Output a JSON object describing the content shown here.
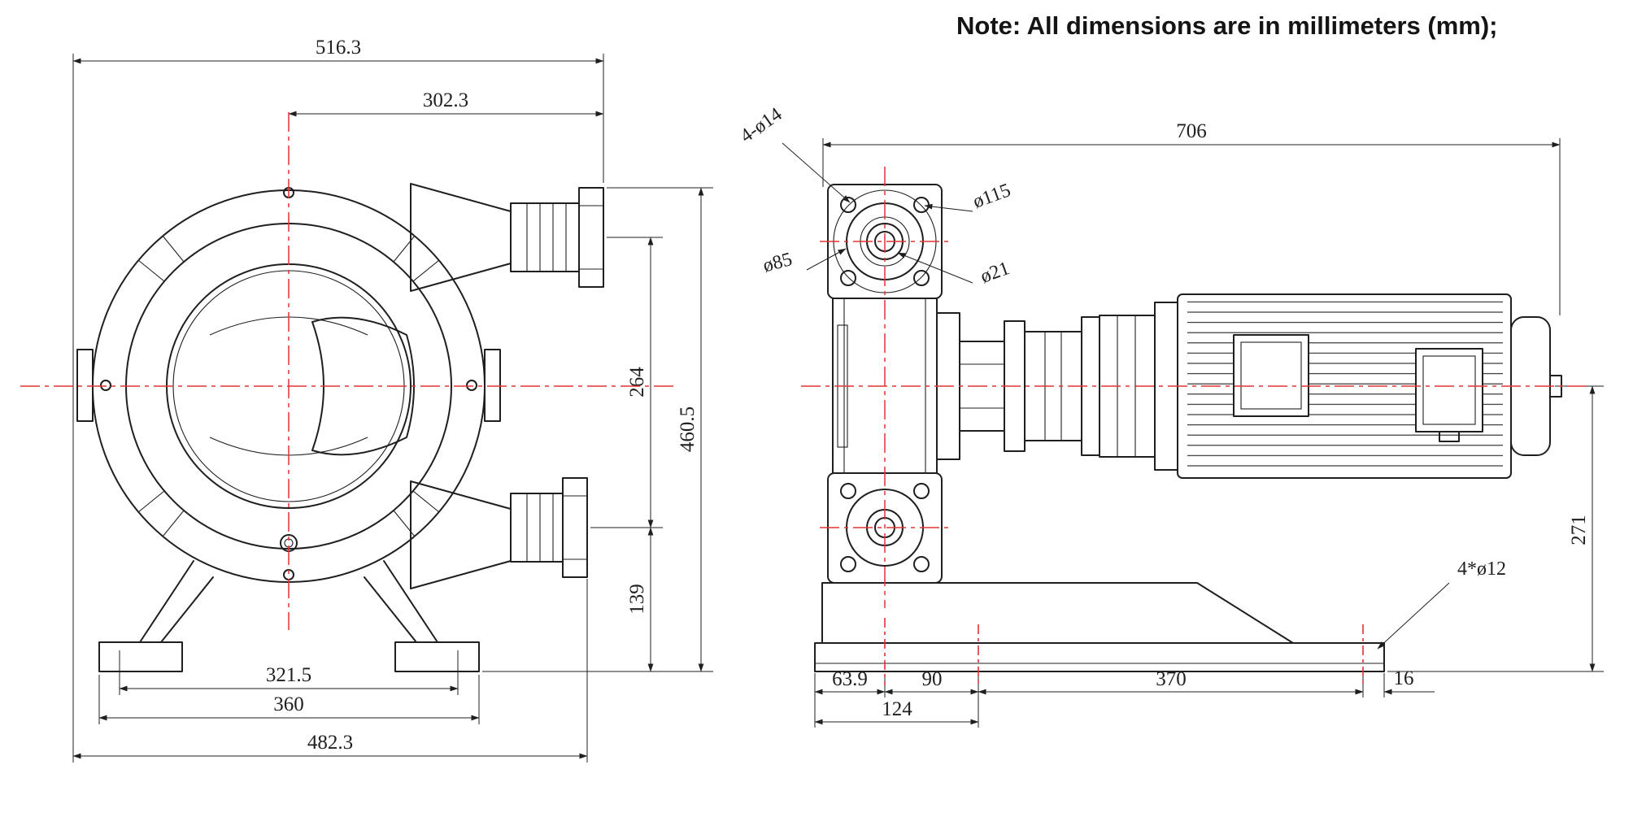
{
  "note": "Note: All dimensions are in millimeters (mm);",
  "colors": {
    "line": "#1f1f1f",
    "centerline": "#e03434",
    "background": "#ffffff"
  },
  "front_view": {
    "dims": {
      "overall_width": "516.3",
      "port_face_offset": "302.3",
      "port_spacing": "264",
      "overall_height": "460.5",
      "lower_port_height": "139",
      "feet_bolt_span": "321.5",
      "feet_span": "360",
      "base_span": "482.3"
    }
  },
  "side_view": {
    "dims": {
      "overall_length": "706",
      "shaft_height": "271",
      "base_edge_to_flange": "63.9",
      "flange_to_hole": "90",
      "hole_spacing": "370",
      "hole_to_edge": "16",
      "edge_to_hole": "124"
    },
    "annotations": {
      "flange_holes": "4-ø14",
      "bolt_circle": "ø115",
      "flange_face": "ø85",
      "shaft_bore": "ø21",
      "base_holes": "4*ø12"
    }
  }
}
